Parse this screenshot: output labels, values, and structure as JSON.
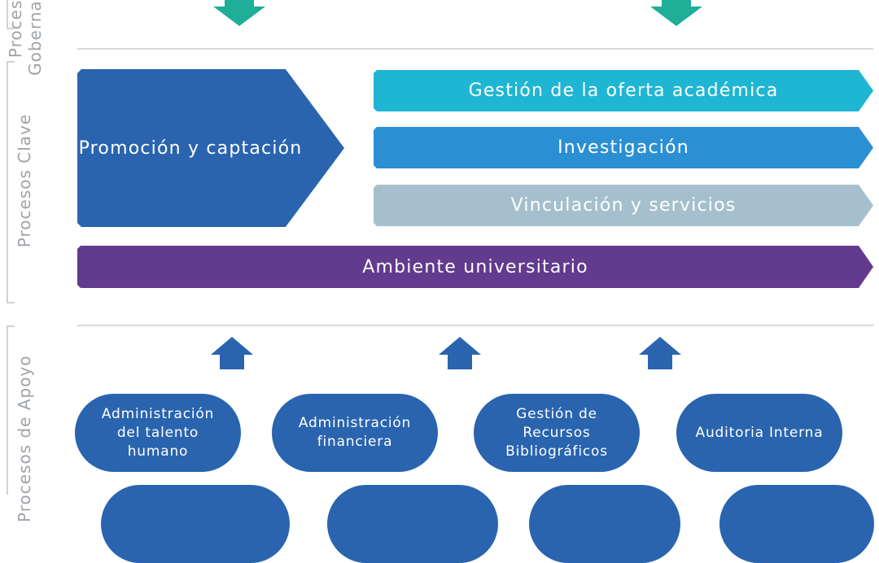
{
  "sections": {
    "gobernantes_label": "Procesos Gobernantes",
    "clave_label": "Procesos Clave",
    "apoyo_label": "Procesos de Apoyo"
  },
  "clave": {
    "promocion": "Promoción y captación",
    "oferta": "Gestión de la oferta académica",
    "investigacion": "Investigación",
    "vinculacion": "Vinculación y servicios",
    "ambiente": "Ambiente universitario"
  },
  "apoyo": {
    "items": [
      "Administración del talento humano",
      "Administración financiera",
      "Gestión de Recursos Bibliográficos",
      "Auditoria Interna"
    ]
  },
  "colors": {
    "dark_blue": "#2a64ae",
    "teal": "#1fb6d4",
    "mid_blue": "#2b8fd4",
    "light_grey_blue": "#a5c0cc",
    "purple": "#623a8e",
    "green_arrow": "#1fae98"
  }
}
